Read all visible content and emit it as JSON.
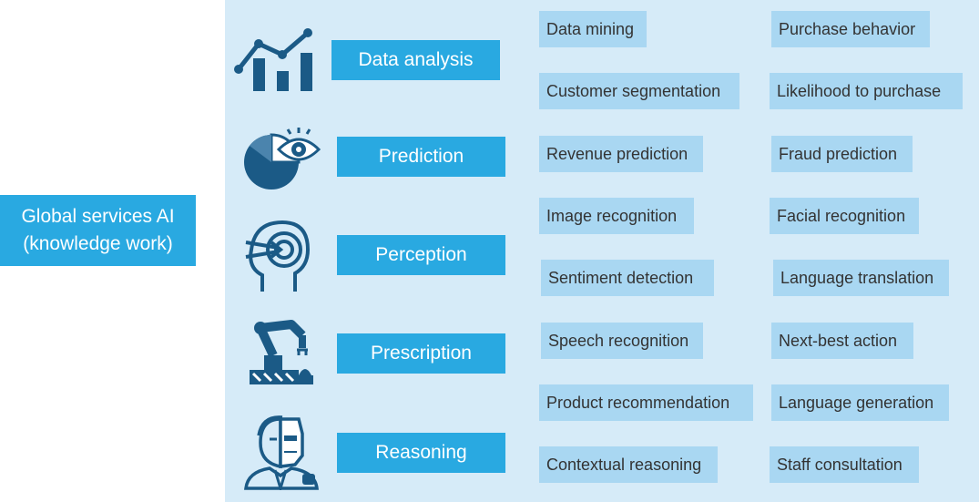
{
  "root": {
    "line1": "Global services AI",
    "line2": "(knowledge work)"
  },
  "colors": {
    "accent": "#29a9e1",
    "panel": "#d6ebf8",
    "item": "#a9d7f2",
    "icon": "#1b5a86"
  },
  "categories": [
    {
      "label": "Data analysis",
      "icon": "line-bar-chart-icon"
    },
    {
      "label": "Prediction",
      "icon": "pie-chart-eye-icon"
    },
    {
      "label": "Perception",
      "icon": "head-target-icon"
    },
    {
      "label": "Prescription",
      "icon": "robot-arm-icon"
    },
    {
      "label": "Reasoning",
      "icon": "human-robot-face-icon"
    }
  ],
  "items": [
    [
      "Data mining",
      "Purchase behavior"
    ],
    [
      "Customer segmentation",
      "Likelihood to purchase"
    ],
    [
      "Revenue prediction",
      "Fraud prediction"
    ],
    [
      "Image recognition",
      "Facial recognition"
    ],
    [
      "Sentiment detection",
      "Language translation"
    ],
    [
      "Speech recognition",
      "Next-best action"
    ],
    [
      "Product recommendation",
      "Language generation"
    ],
    [
      "Contextual reasoning",
      "Staff consultation"
    ]
  ]
}
